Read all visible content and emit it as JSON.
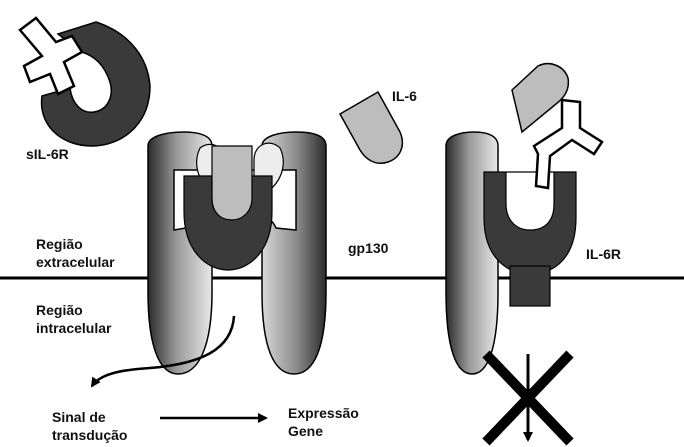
{
  "labels": {
    "sil6r": "sIL-6R",
    "il6": "IL-6",
    "gp130": "gp130",
    "il6r": "IL-6R",
    "regiao_extra_1": "Região",
    "regiao_extra_2": "extracelular",
    "regiao_intra_1": "Região",
    "regiao_intra_2": "intracelular",
    "sinal_1": "Sinal de",
    "sinal_2": "transdução",
    "expressao_1": "Expressão",
    "expressao_2": "Gene"
  },
  "colors": {
    "receptor_dark": "#3a3a3a",
    "ligand_fill": "#bdbdbd",
    "membrane": "#000000"
  }
}
